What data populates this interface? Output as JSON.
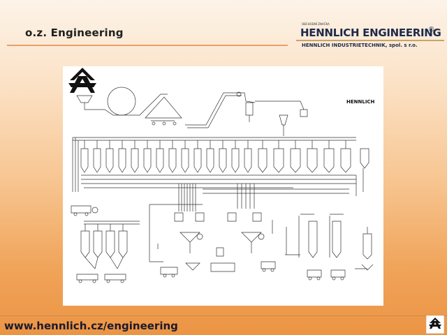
{
  "header": {
    "title": "o.z. Engineering"
  },
  "brand": {
    "small_text": "OBCHODNÍ ZNAČKA",
    "name": "HENNLICH ENGINEERING",
    "subtitle": "HENNLICH INDUSTRIETECHNIK, spol. s r.o.",
    "diagram_logo_text": "HENNLICH"
  },
  "footer": {
    "url": "www.hennlich.cz/engineering"
  },
  "colors": {
    "primary": "#1e2a4a",
    "accent": "#ec9444"
  }
}
